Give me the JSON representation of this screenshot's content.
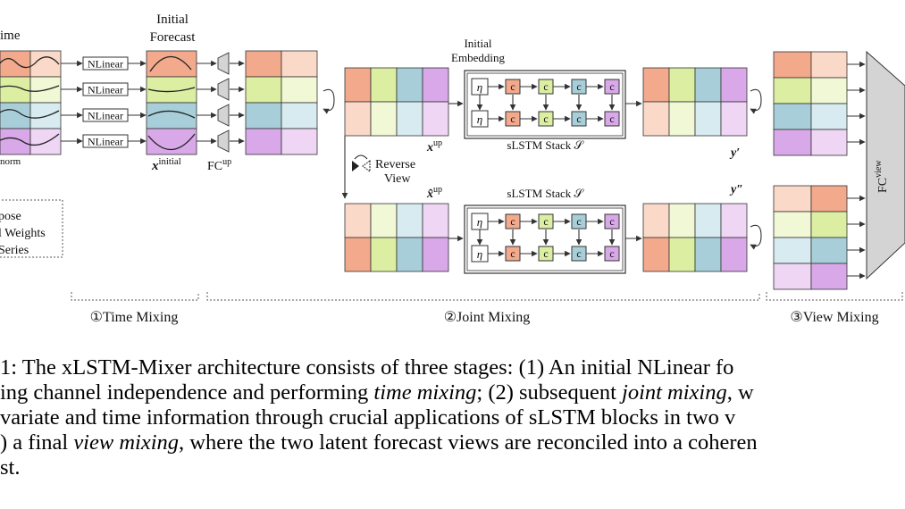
{
  "colors": {
    "orange": "#f2a98c",
    "orange_light": "#fbd9c8",
    "green": "#dbeea2",
    "green_light": "#f1f8d6",
    "blue": "#a8cfd9",
    "blue_light": "#d8ebf0",
    "purple": "#d9a8e8",
    "purple_light": "#eed6f4",
    "gray": "#d4d4d4",
    "stroke": "#333333"
  },
  "figure": {
    "time_label": "ime",
    "norm_label": "norm",
    "nlinear_label": "NLinear",
    "initial_forecast_line1": "Initial",
    "initial_forecast_line2": "Forecast",
    "x_initial_label": "x",
    "x_initial_sup": "initial",
    "fc_up_label": "FC",
    "fc_up_sup": "up",
    "initial_embedding_line1": "Initial",
    "initial_embedding_line2": "Embedding",
    "eta_symbol": "η",
    "cell_symbol": "c",
    "x_up_label": "x",
    "x_up_sup": "up",
    "x_hat_up_label": "x̂",
    "x_hat_up_sup": "up",
    "slstm_stack_label": "sLSTM Stack 𝒮",
    "y_prime_label": "y′",
    "y_double_prime_label": "y″",
    "reverse_view_line1": "Reverse",
    "reverse_view_line2": "View",
    "fc_view_label": "FC",
    "fc_view_sup": "view",
    "purpose_lines": [
      "pose",
      "l Weights",
      "Series"
    ],
    "stage_time_mixing": "①Time Mixing",
    "stage_joint_mixing": "②Joint Mixing",
    "stage_view_mixing": "③View Mixing"
  },
  "caption": {
    "line1": [
      {
        "text": " 1: The xLSTM-Mixer architecture consists of three stages: (1) An initial NLinear fo",
        "italic": false
      }
    ],
    "line2": [
      {
        "text": "ing channel independence and performing ",
        "italic": false
      },
      {
        "text": "time mixing",
        "italic": true
      },
      {
        "text": "; (2) subsequent ",
        "italic": false
      },
      {
        "text": "joint mixing",
        "italic": true
      },
      {
        "text": ", w",
        "italic": false
      }
    ],
    "line3": [
      {
        "text": "variate and time information through crucial applications of sLSTM blocks in two v",
        "italic": false
      }
    ],
    "line4": [
      {
        "text": ") a final ",
        "italic": false
      },
      {
        "text": "view mixing",
        "italic": true
      },
      {
        "text": ", where the two latent forecast views are reconciled into a coheren",
        "italic": false
      }
    ],
    "line5": [
      {
        "text": "st.",
        "italic": false
      }
    ]
  }
}
